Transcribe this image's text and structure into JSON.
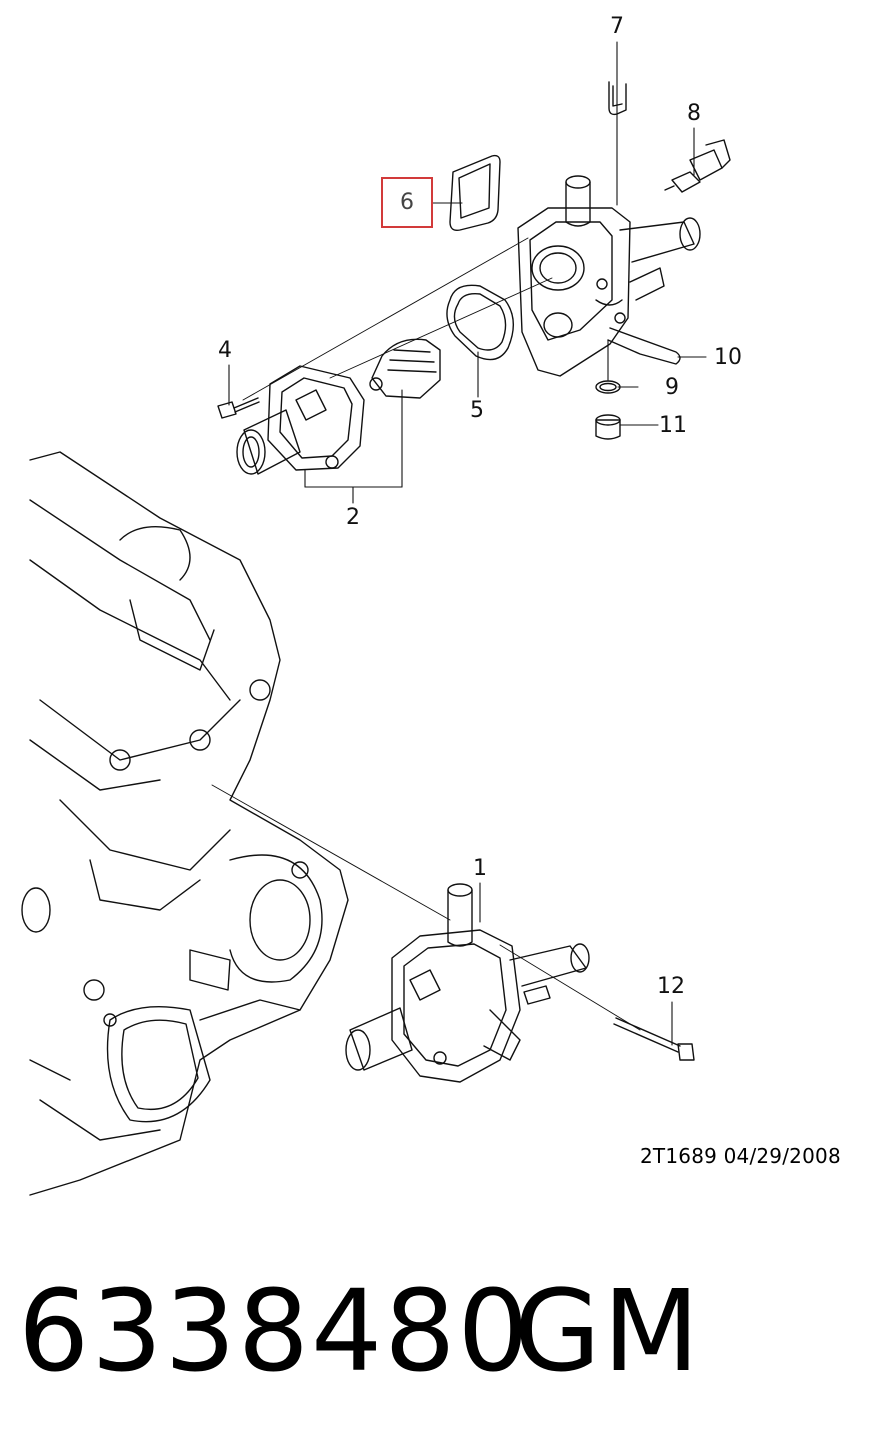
{
  "diagram": {
    "callouts": {
      "c1": "1",
      "c2": "2",
      "c4": "4",
      "c5": "5",
      "c6": "6",
      "c7": "7",
      "c8": "8",
      "c9": "9",
      "c10": "10",
      "c11": "11",
      "c12": "12"
    },
    "highlight_color": "#d23a3a",
    "reference": "2T1689  04/29/2008"
  },
  "footer": {
    "part_number": "6338480",
    "brand": "GM"
  }
}
